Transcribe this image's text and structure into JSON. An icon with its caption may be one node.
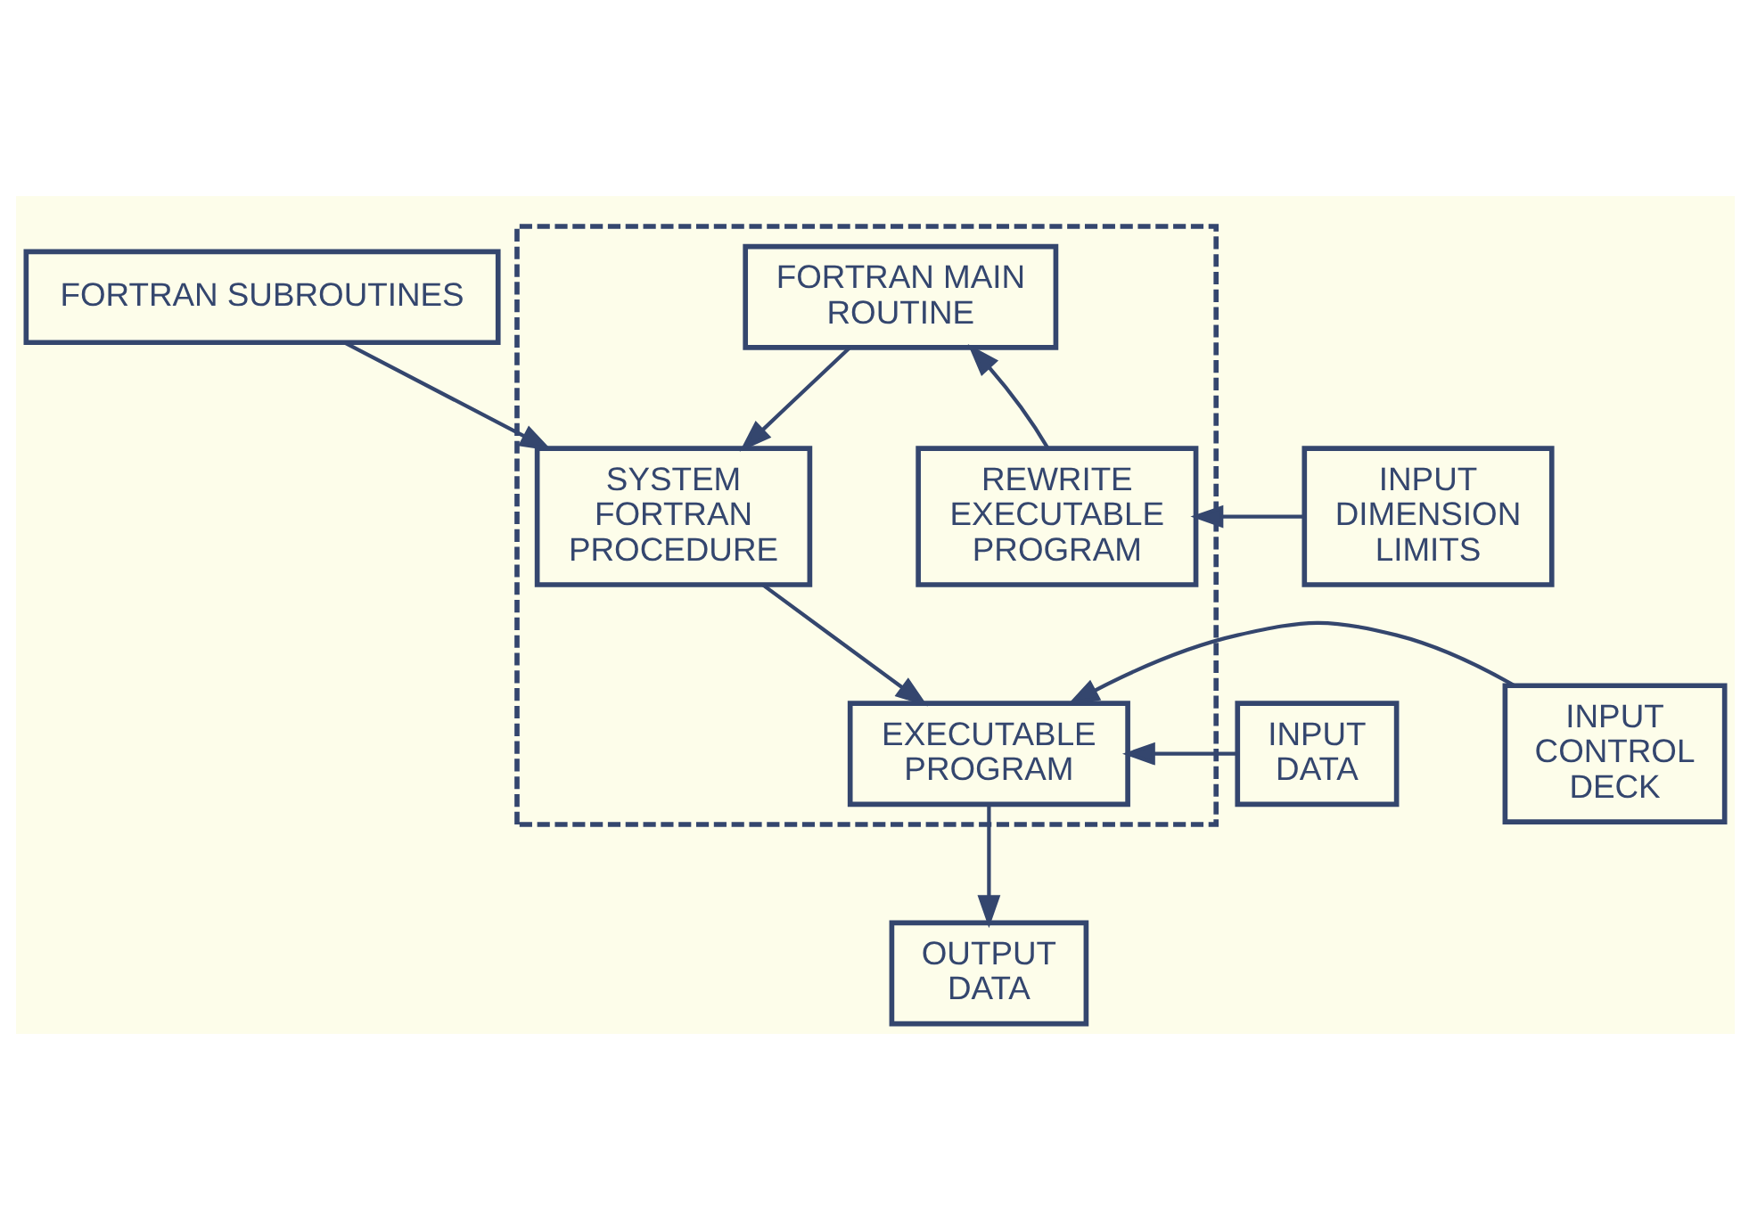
{
  "diagram": {
    "nodes": [
      {
        "text": [
          "FORTRAN SUBROUTINES"
        ]
      },
      {
        "text": [],
        "shape": "box"
      },
      {
        "text": [
          "FORTRAN MAIN ROUTINE"
        ],
        "in": 1
      },
      {
        "text": [
          "SYSTEM FORTRAN PROCEDURE"
        ],
        "in": 1
      },
      {
        "text": [
          "REWRITE EXECUTABLE PROGRAM"
        ],
        "in": 1
      },
      {
        "text": [
          "INPUT DIMENSION LIMITS"
        ]
      },
      {
        "text": [
          "INPUT DATA"
        ]
      },
      {
        "text": [
          "EXECUTABLE PROGRAM"
        ],
        "in": 1
      },
      {
        "text": [
          "INPUT CONTROL DECK"
        ]
      },
      {
        "text": [
          "OUTPUT DATA"
        ]
      }
    ],
    "edges": [
      {
        "from": 0,
        "to": 3,
        "arrow": "to"
      },
      {
        "from": 2,
        "to": 3,
        "arrow": "to"
      },
      {
        "from": 4,
        "to": 2,
        "arrow": "to"
      },
      {
        "from": 5,
        "to": 4,
        "arrow": "to"
      },
      {
        "from": 3,
        "to": 7,
        "arrow": "to"
      },
      {
        "from": 6,
        "to": 7,
        "arrow": "to"
      },
      {
        "from": 8,
        "to": 7,
        "arrow": "to"
      },
      {
        "from": 7,
        "to": 9,
        "arrow": "to"
      }
    ]
  }
}
